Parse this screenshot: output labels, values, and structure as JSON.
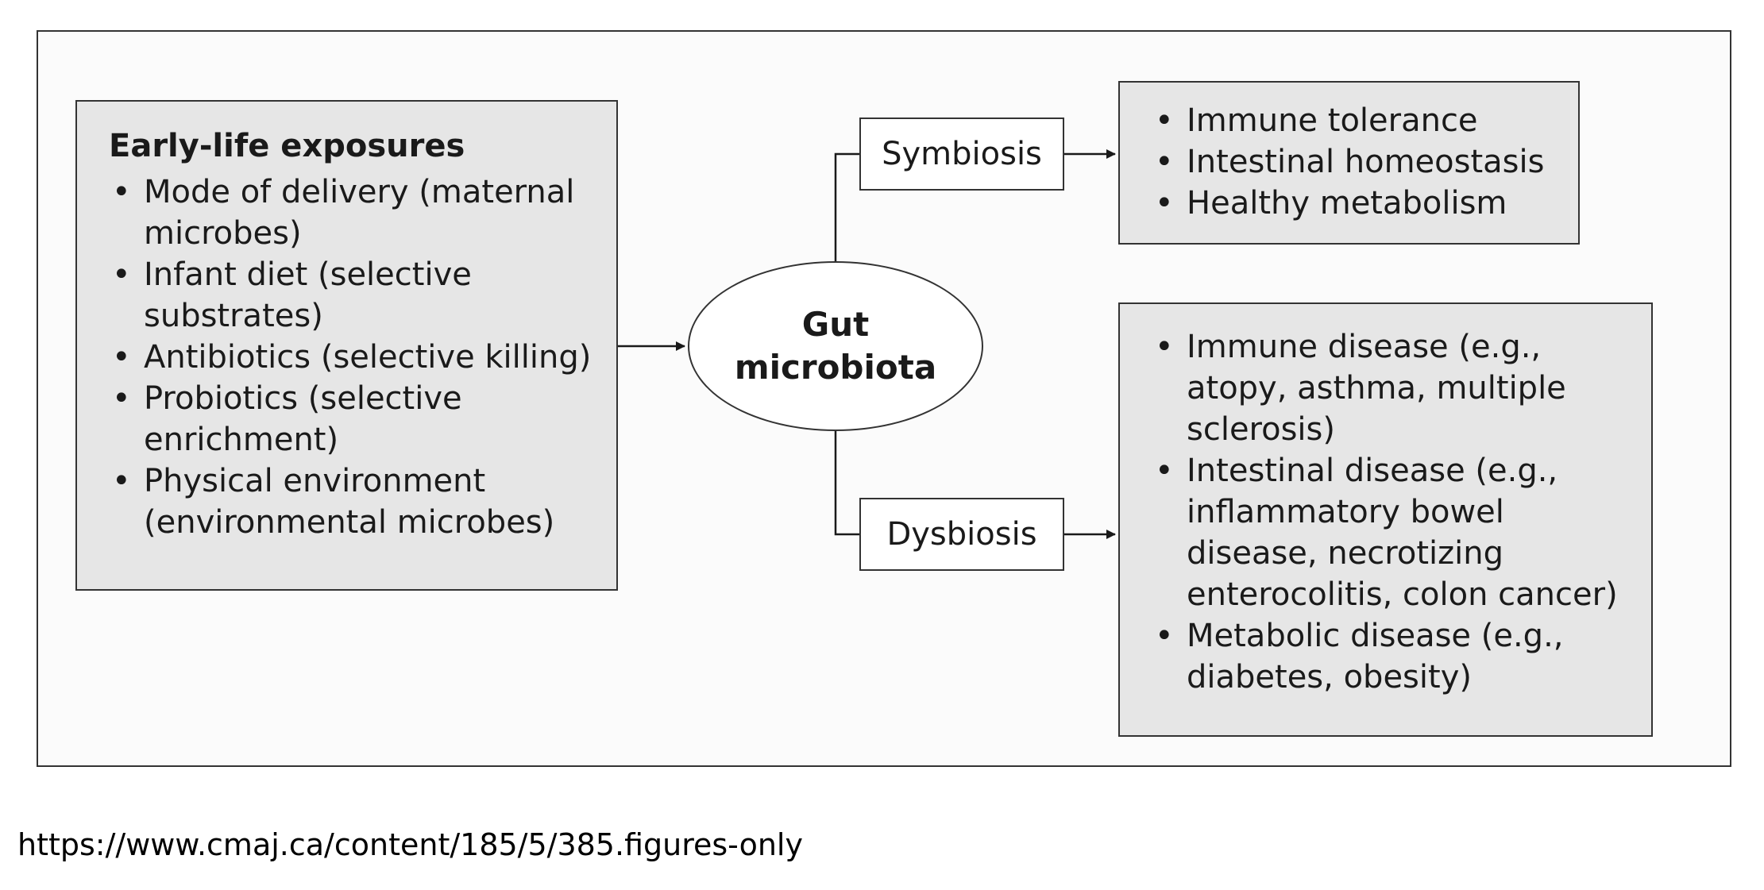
{
  "early_life": {
    "title": "Early-life exposures",
    "items": [
      "Mode of delivery (maternal microbes)",
      "Infant diet (selective substrates)",
      "Antibiotics (selective killing)",
      "Probiotics (selective enrichment)",
      "Physical environment (environmental microbes)"
    ]
  },
  "center": {
    "line1": "Gut",
    "line2": "microbiota"
  },
  "symbiosis": {
    "label": "Symbiosis",
    "items": [
      "Immune tolerance",
      "Intestinal homeostasis",
      "Healthy metabolism"
    ]
  },
  "dysbiosis": {
    "label": "Dysbiosis",
    "items": [
      "Immune disease (e.g., atopy, asthma, multiple sclerosis)",
      "Intestinal disease (e.g., inflammatory bowel disease, necrotizing enterocolitis, colon cancer)",
      "Metabolic disease (e.g., diabetes, obesity)"
    ]
  },
  "bullet_char": "•",
  "source_url": "https://www.cmaj.ca/content/185/5/385.figures-only",
  "colors": {
    "box_fill": "#e6e6e6",
    "border": "#333333",
    "background": "#fbfbfb"
  }
}
